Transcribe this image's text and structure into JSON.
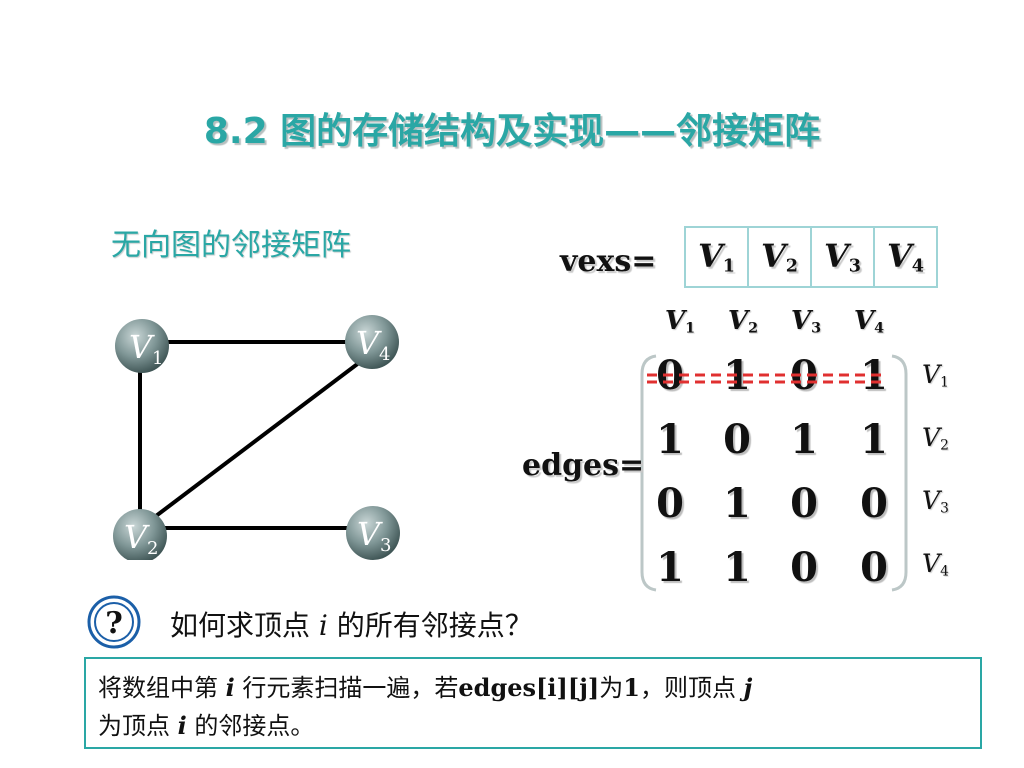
{
  "title": "8.2 图的存储结构及实现——邻接矩阵",
  "subtitle": "无向图的邻接矩阵",
  "vexs_label": "vexs=",
  "edges_label": "edges=",
  "vertices": [
    {
      "letter": "V",
      "index": "1"
    },
    {
      "letter": "V",
      "index": "2"
    },
    {
      "letter": "V",
      "index": "3"
    },
    {
      "letter": "V",
      "index": "4"
    }
  ],
  "matrix": [
    [
      "0",
      "1",
      "0",
      "1"
    ],
    [
      "1",
      "0",
      "1",
      "1"
    ],
    [
      "0",
      "1",
      "0",
      "0"
    ],
    [
      "1",
      "1",
      "0",
      "0"
    ]
  ],
  "question": {
    "before": "如何求顶点",
    "var": "i",
    "after": "的所有邻接点？"
  },
  "answer": {
    "p1": "将数组中第",
    "v1": "i",
    "p2": "行元素扫描一遍，若",
    "code": "edges[i][j]",
    "p3": "为",
    "num": "1",
    "p4": "，则顶点",
    "v2": "j",
    "p5": "为顶点",
    "v3": "i",
    "p6": "的邻接点。"
  },
  "colors": {
    "accent": "#2aa7a5",
    "node": "#6f8585",
    "highlight": "#e03030"
  },
  "icons": {
    "question": "question-mark-icon"
  }
}
